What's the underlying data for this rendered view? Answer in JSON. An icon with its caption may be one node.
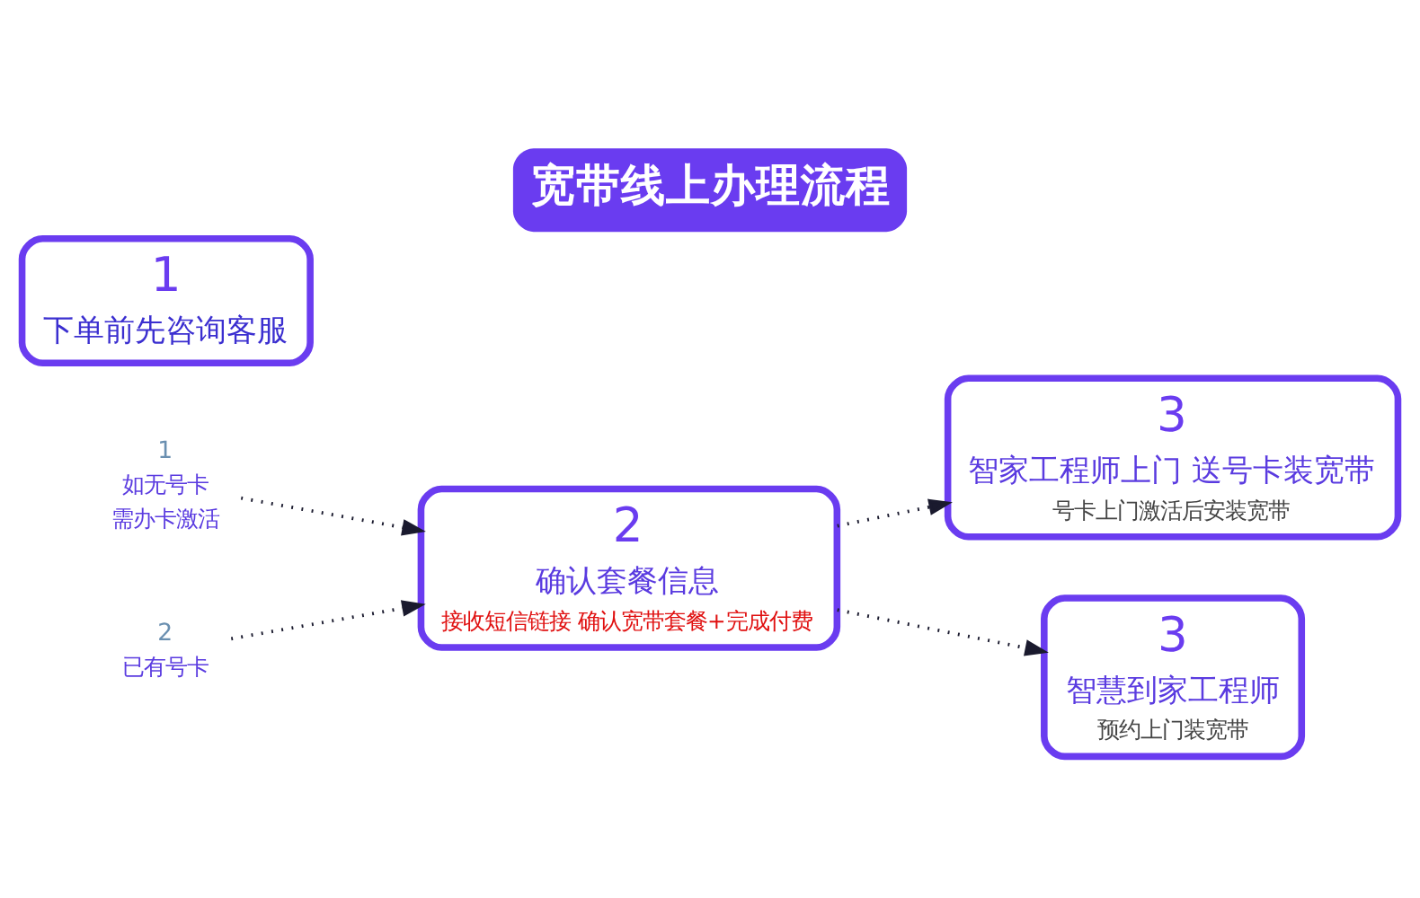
{
  "diagram": {
    "title": "宽带线上办理流程",
    "nodes": [
      {
        "text": [
          "1",
          "下单前先咨询客服"
        ]
      },
      {
        "text": [
          "1",
          "如无号卡",
          "需办卡激活"
        ]
      },
      {
        "text": [
          "2",
          "已有号卡"
        ]
      },
      {
        "text": [
          "2",
          "确认套餐信息",
          "接收短信链接 确认宽带套餐+完成付费"
        ]
      },
      {
        "text": [
          "3",
          "智家工程师上门 送号卡装宽带",
          "号卡上门激活后安装宽带"
        ]
      },
      {
        "text": [
          "3",
          "智慧到家工程师",
          "预约上门装宽带"
        ]
      }
    ],
    "edges": [
      {
        "from": 1,
        "to": 3,
        "arrow": "to",
        "style": "dashed"
      },
      {
        "from": 2,
        "to": 3,
        "arrow": "to",
        "style": "dashed"
      },
      {
        "from": 3,
        "to": 4,
        "arrow": "to",
        "style": "dashed"
      },
      {
        "from": 3,
        "to": 5,
        "arrow": "to",
        "style": "dashed"
      }
    ]
  }
}
